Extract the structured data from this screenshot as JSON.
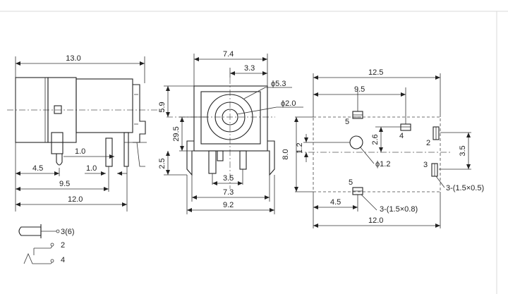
{
  "side_view": {
    "overall_length": "13.0",
    "pin_spacing_a": "1.0",
    "pin_offset": "4.5",
    "pin_spacing_b": "1.0",
    "pin_pos": "9.5",
    "body_length": "12.0"
  },
  "front_view": {
    "width_top": "7.4",
    "half_width": "3.3",
    "outer_dia": "5.3",
    "inner_dia": "2.0",
    "center_height": "5.9",
    "lower_height": "29.5",
    "leg_height": "2.5",
    "pin_pitch": "3.5",
    "pin_span": "7.3",
    "total_width": "9.2",
    "phi": "ϕ"
  },
  "footprint": {
    "overall": "12.5",
    "pitch": "9.5",
    "pad_5_top": "5",
    "pad_4": "4",
    "pad_2": "2",
    "pad_3": "3",
    "pad_5_bottom": "5",
    "height": "8.0",
    "offset_a": "1.2",
    "offset_b": "2.6",
    "offset_c": "3.5",
    "hole_dia": "ϕ1.2",
    "slot_1": "3-(1.5×0.5)",
    "slot_2": "3-(1.5×0.8)",
    "bottom_offset": "4.5",
    "bottom_len": "12.0"
  },
  "schematic": {
    "pin_3": "3(6)",
    "pin_2": "2",
    "pin_4": "4"
  }
}
